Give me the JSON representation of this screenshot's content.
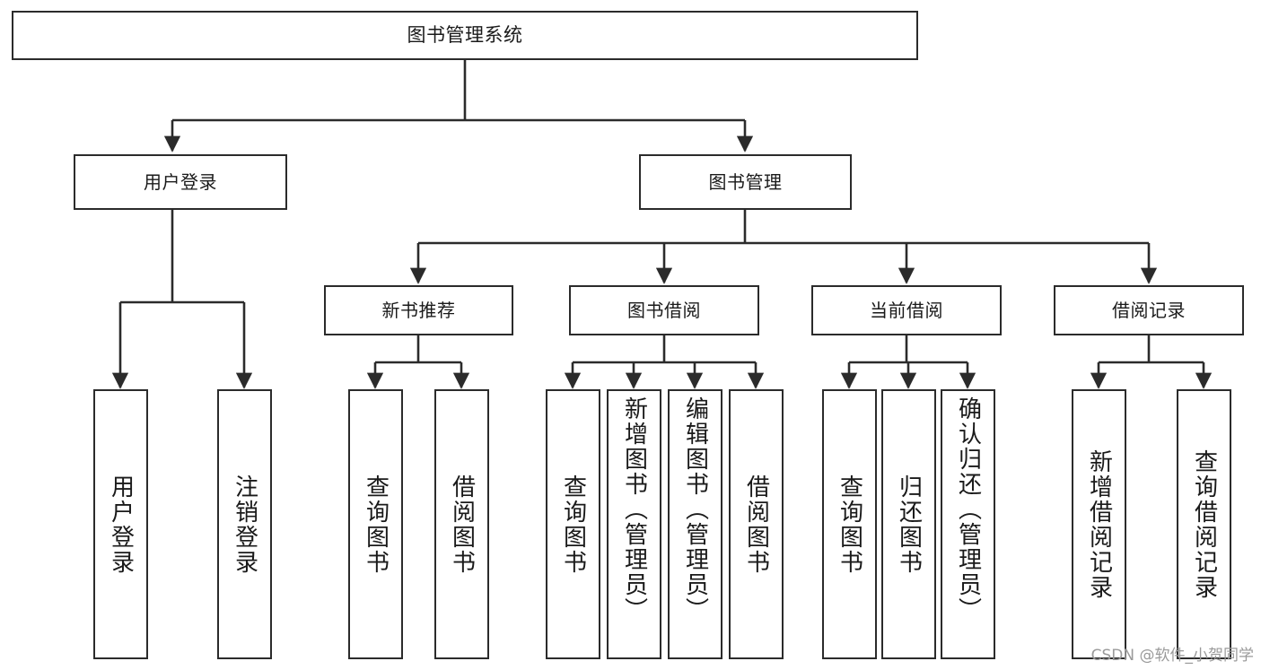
{
  "diagram": {
    "title": "图书管理系统",
    "type": "tree-hierarchy",
    "root": {
      "label": "图书管理系统"
    },
    "level2": [
      {
        "label": "用户登录"
      },
      {
        "label": "图书管理"
      }
    ],
    "level3": [
      {
        "label": "新书推荐"
      },
      {
        "label": "图书借阅"
      },
      {
        "label": "当前借阅"
      },
      {
        "label": "借阅记录"
      }
    ],
    "leaves": {
      "user_login": [
        {
          "label": "用户登录"
        },
        {
          "label": "注销登录"
        }
      ],
      "new_book_recommend": [
        {
          "label": "查询图书"
        },
        {
          "label": "借阅图书"
        }
      ],
      "book_borrow": [
        {
          "label": "查询图书"
        },
        {
          "label": "新增图书（管理员）"
        },
        {
          "label": "编辑图书（管理员）"
        },
        {
          "label": "借阅图书"
        }
      ],
      "current_borrow": [
        {
          "label": "查询图书"
        },
        {
          "label": "归还图书"
        },
        {
          "label": "确认归还（管理员）"
        }
      ],
      "borrow_record": [
        {
          "label": "新增借阅记录"
        },
        {
          "label": "查询借阅记录"
        }
      ]
    }
  },
  "watermark": {
    "text": "CSDN @软件_小贺同学"
  },
  "colors": {
    "box_border": "#2b2b2b",
    "box_fill": "#ffffff",
    "line": "#2b2b2b",
    "text": "#1a1a1a",
    "watermark": "#9a9a9a",
    "background": "#ffffff"
  }
}
